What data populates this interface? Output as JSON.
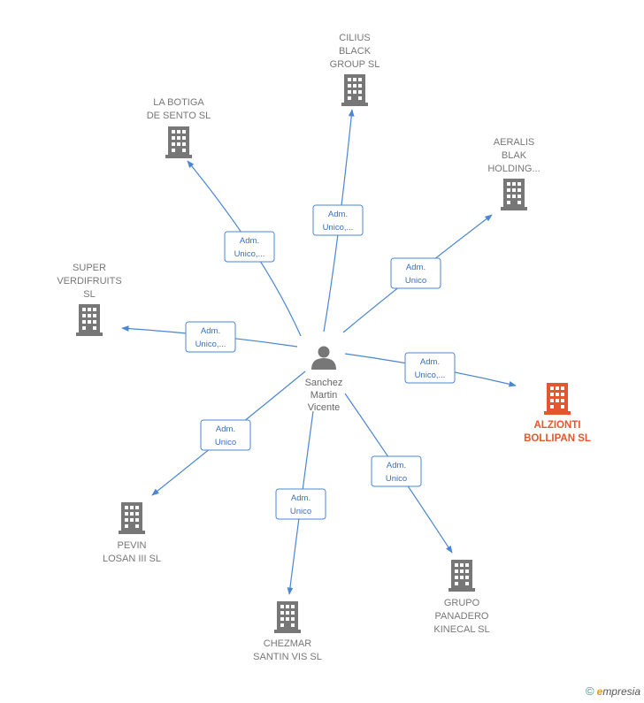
{
  "colors": {
    "edge": "#4a86d4",
    "building": "#777777",
    "building_highlight": "#e4572e",
    "person": "#777777"
  },
  "center": {
    "name_lines": [
      "Sanchez",
      "Martin",
      "Vicente"
    ],
    "icon": "person-icon"
  },
  "nodes": [
    {
      "id": "cilius",
      "lines": [
        "CILIUS",
        "BLACK",
        "GROUP  SL"
      ],
      "role_lines": [
        "Adm.",
        "Unico,..."
      ],
      "icon": "building-icon",
      "highlight": false
    },
    {
      "id": "la-botiga",
      "lines": [
        "LA BOTIGA",
        "DE SENTO  SL"
      ],
      "role_lines": [
        "Adm.",
        "Unico,..."
      ],
      "icon": "building-icon",
      "highlight": false
    },
    {
      "id": "aeralis",
      "lines": [
        "AERALIS",
        "BLAK",
        "HOLDING..."
      ],
      "role_lines": [
        "Adm.",
        "Unico"
      ],
      "icon": "building-icon",
      "highlight": false
    },
    {
      "id": "super-verdifruits",
      "lines": [
        "SUPER",
        "VERDIFRUITS",
        "SL"
      ],
      "role_lines": [
        "Adm.",
        "Unico,..."
      ],
      "icon": "building-icon",
      "highlight": false
    },
    {
      "id": "alzionti",
      "lines": [
        "ALZIONTI",
        "BOLLIPAN  SL"
      ],
      "role_lines": [
        "Adm.",
        "Unico,..."
      ],
      "icon": "building-icon",
      "highlight": true
    },
    {
      "id": "pevin",
      "lines": [
        "PEVIN",
        "LOSAN III  SL"
      ],
      "role_lines": [
        "Adm.",
        "Unico"
      ],
      "icon": "building-icon",
      "highlight": false
    },
    {
      "id": "chezmar",
      "lines": [
        "CHEZMAR",
        "SANTIN VIS  SL"
      ],
      "role_lines": [
        "Adm.",
        "Unico"
      ],
      "icon": "building-icon",
      "highlight": false
    },
    {
      "id": "grupo-panadero",
      "lines": [
        "GRUPO",
        "PANADERO",
        "KINECAL  SL"
      ],
      "role_lines": [
        "Adm.",
        "Unico"
      ],
      "icon": "building-icon",
      "highlight": false
    }
  ],
  "footer": {
    "copyright_symbol": "©",
    "brand_initial": "e",
    "brand_rest": "mpresia"
  }
}
